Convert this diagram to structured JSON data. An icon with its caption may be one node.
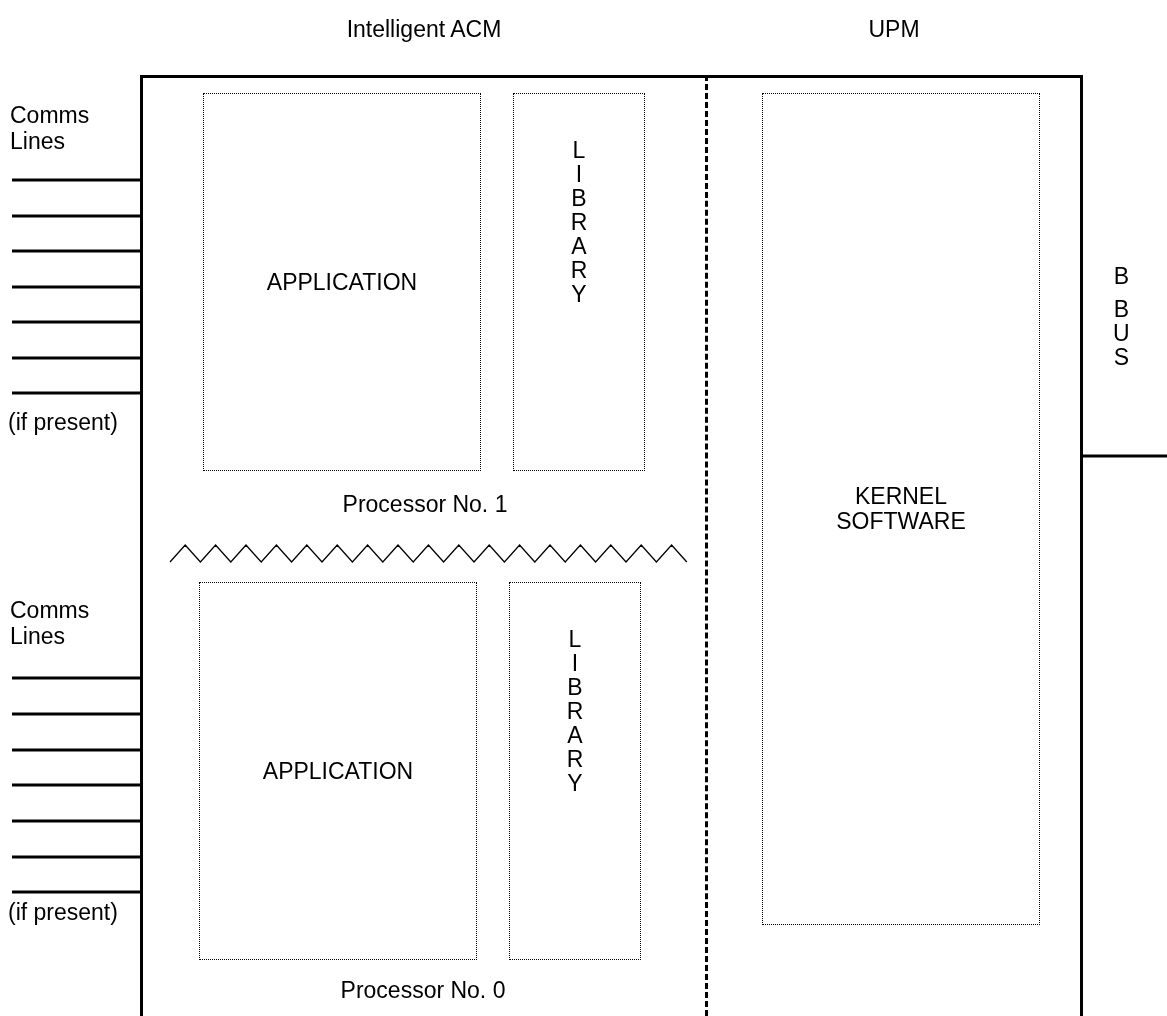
{
  "diagram": {
    "nodes": [
      {
        "text": [
          "Intelligent ACM"
        ]
      },
      {
        "text": [
          "UPM"
        ]
      },
      {
        "text": [
          "APPLICATION"
        ],
        "in": 0
      },
      {
        "text": [
          "LIBRARY"
        ],
        "in": 0
      },
      {
        "text": [
          "APPLICATION"
        ],
        "in": 0
      },
      {
        "text": [
          "LIBRARY"
        ],
        "in": 0
      },
      {
        "text": [
          "KERNEL SOFTWARE"
        ],
        "in": 1
      }
    ],
    "edges": [
      {
        "from": null,
        "to": 0,
        "arrow": "none"
      },
      {
        "from": null,
        "to": 0,
        "arrow": "none"
      },
      {
        "from": null,
        "to": 0,
        "arrow": "none"
      },
      {
        "from": null,
        "to": 0,
        "arrow": "none"
      },
      {
        "from": null,
        "to": 0,
        "arrow": "none"
      },
      {
        "from": null,
        "to": 0,
        "arrow": "none"
      },
      {
        "from": null,
        "to": 0,
        "arrow": "none"
      },
      {
        "from": null,
        "to": 0,
        "arrow": "none"
      },
      {
        "from": null,
        "to": 0,
        "arrow": "none"
      },
      {
        "from": null,
        "to": 0,
        "arrow": "none"
      },
      {
        "from": null,
        "to": 0,
        "arrow": "none"
      },
      {
        "from": null,
        "to": 0,
        "arrow": "none"
      },
      {
        "from": null,
        "to": 0,
        "arrow": "none"
      },
      {
        "from": null,
        "to": 0,
        "arrow": "none"
      },
      {
        "from": 1,
        "to": null,
        "arrow": "none"
      }
    ],
    "labels": [
      "Comms Lines",
      "(if present)",
      "Processor No. 1",
      "Comms Lines",
      "(if present)",
      "Processor No. 0",
      "B BUS"
    ]
  }
}
